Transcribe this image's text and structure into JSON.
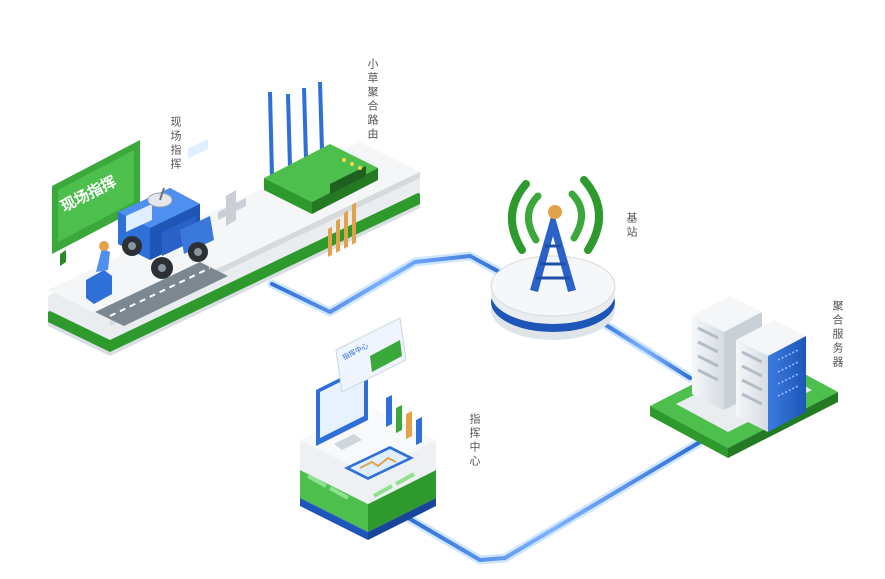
{
  "labels": {
    "router": "小草聚合路由",
    "field_command": "现场指挥",
    "base_station": "基站",
    "aggregation_server": "聚合服务器",
    "command_center": "指挥中心"
  },
  "field_sign_text": "现场指挥",
  "monitor_caption": "指挥中心",
  "colors": {
    "link_blue": "#2f6fd6",
    "link_glow": "#cfe6ff",
    "brand_green": "#3aa83a",
    "brand_green_dark": "#2a8a2a",
    "brand_blue": "#2e6fd8",
    "platform_white": "#f2f4f5",
    "platform_edge": "#d5dadd",
    "tower_blue": "#2a62c9",
    "server_grey": "#e6eaee"
  }
}
